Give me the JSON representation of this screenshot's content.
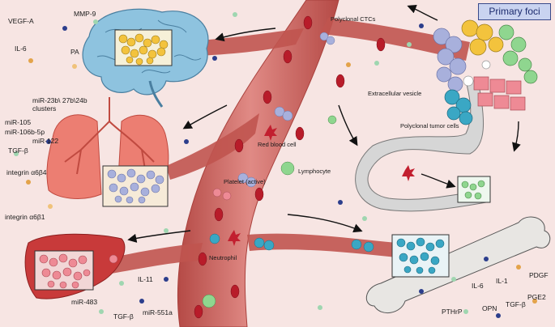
{
  "title": "Primary foci",
  "labels": {
    "vegf_a": "VEGF-A",
    "mmp9": "MMP-9",
    "il6_top": "IL-6",
    "pa": "PA",
    "polyclonal_ctcs": "Polyclonal CTCs",
    "extracellular_vesicle": "Extracellular vesicle",
    "polyclonal_tumor_cells": "Polyclonal tumor cells",
    "mir_cluster": "miR-23b\\ 27b\\24b\nclusters",
    "mir105": "miR-105",
    "mir106b": "miR-106b-5p",
    "mir122": "miR-122",
    "tgfb_lung": "TGF-β",
    "integrin_a6b4": "integrin α6β4",
    "integrin_a6b1": "integrin α6β1",
    "red_blood_cell": "Red blood cell",
    "platelet": "Platelet (active)",
    "lymphocyte": "Lymphocyte",
    "neutrophil": "Neutrophil",
    "il11": "IL-11",
    "mir483": "miR-483",
    "tgfb_liver": "TGF-β",
    "mir551a": "miR-551a",
    "il6_bone": "IL-6",
    "il1": "IL-1",
    "pdgf": "PDGF",
    "pthrp": "PTHrP",
    "opn": "OPN",
    "tgfb_bone": "TGF-β",
    "pge2": "PGE2"
  },
  "colors": {
    "background": "#f7e5e3",
    "vessel": "#c9605c",
    "stream": "#c0544f",
    "brain": "#8ec3df",
    "lung": "#ec7e72",
    "liver": "#c83a3a",
    "bone": "#e8e6e3",
    "rbc": "#b81c2a",
    "tumor_blue": "#a8b0dc",
    "tumor_yellow": "#f3c33d",
    "tumor_green": "#8fd68f",
    "tumor_pink": "#ee8a95",
    "tumor_teal": "#3aa7c4",
    "title_box": "#c9d3f0"
  },
  "icons": [
    "brain-icon",
    "lung-icon",
    "liver-icon",
    "bone-icon",
    "tumor-cluster-icon",
    "blood-vessel-icon"
  ]
}
